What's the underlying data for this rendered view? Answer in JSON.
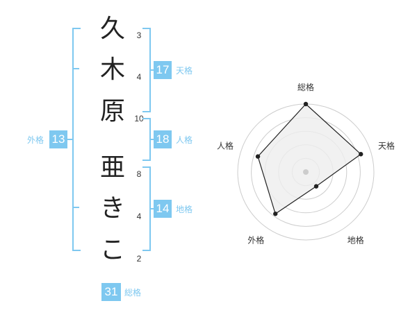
{
  "name": {
    "chars": [
      "久",
      "木",
      "原",
      "亜",
      "き",
      "こ"
    ],
    "strokes": [
      "3",
      "4",
      "10",
      "8",
      "4",
      "2"
    ]
  },
  "kakusu": {
    "tenkaku": {
      "value": "17",
      "label": "天格"
    },
    "jinkaku": {
      "value": "18",
      "label": "人格"
    },
    "chikaku": {
      "value": "14",
      "label": "地格"
    },
    "gaikaku": {
      "value": "13",
      "label": "外格"
    },
    "soukaku": {
      "value": "31",
      "label": "総格"
    }
  },
  "chart_data": {
    "type": "radar",
    "axes": [
      "総格",
      "天格",
      "地格",
      "外格",
      "人格"
    ],
    "values": [
      1.0,
      0.85,
      0.26,
      0.76,
      0.74
    ],
    "max": 1.0,
    "rings": 5,
    "colors": {
      "fill": "#eeeeee",
      "line": "#222222",
      "grid": "#cccccc",
      "center": "#cccccc"
    }
  },
  "colors": {
    "accent": "#7ec8f0"
  }
}
